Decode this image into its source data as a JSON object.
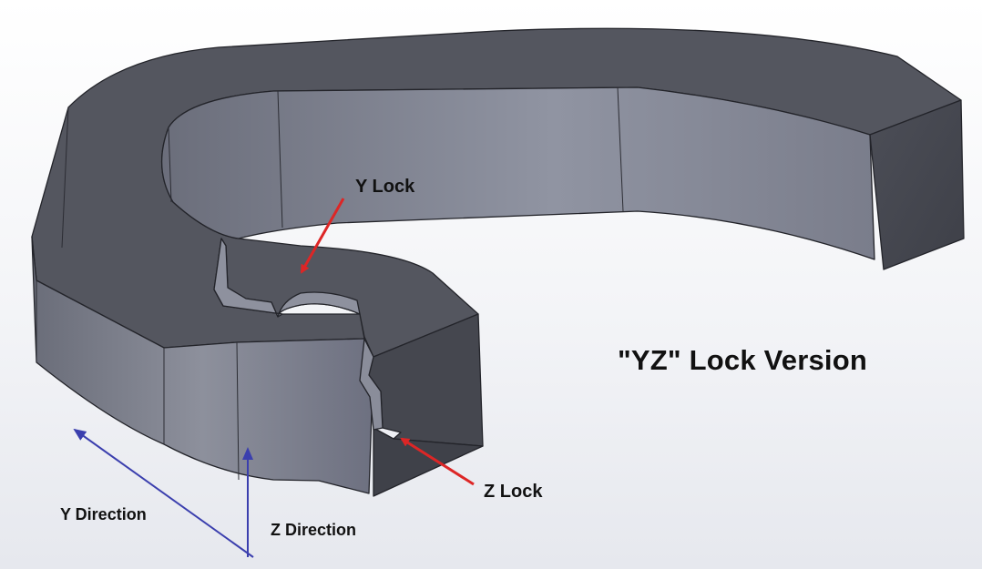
{
  "title": "\"YZ\" Lock Version",
  "labels": {
    "y_lock": "Y Lock",
    "z_lock": "Z Lock",
    "y_direction": "Y Direction",
    "z_direction": "Z Direction"
  },
  "colors": {
    "part_top": "#54565f",
    "part_side": "#7a7d8a",
    "part_edge": "#23242a",
    "lock_arrow": "#dd2626",
    "direction_arrow": "#3b3fae"
  }
}
